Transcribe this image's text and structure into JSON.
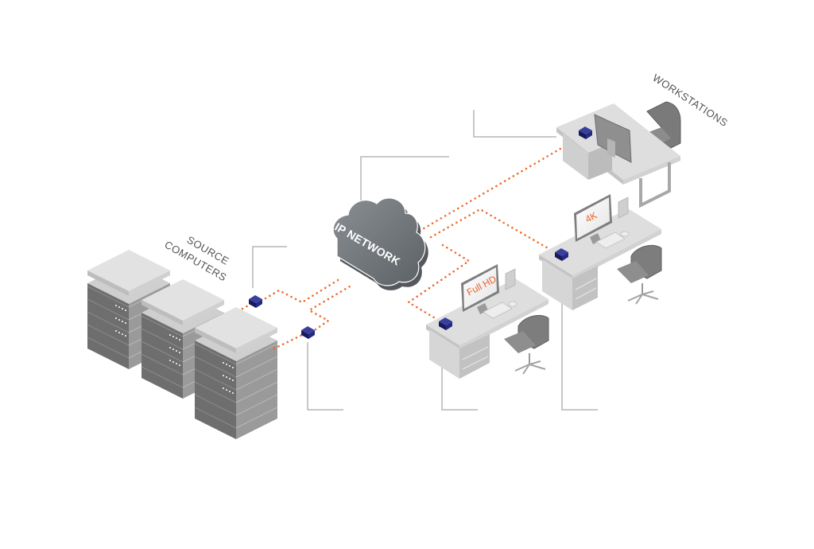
{
  "diagram": {
    "labels": {
      "source": [
        "SOURCE",
        "COMPUTERS"
      ],
      "network": "IP NETWORK",
      "workstations": "WORKSTATIONS"
    },
    "screens": {
      "full_hd": "Full HD",
      "four_k": "4K"
    },
    "colors": {
      "link": "#ee6a2b",
      "device": "#252a80",
      "cloud": "#6d7276",
      "furniture": "#d9d9d9",
      "server_dark": "#6a6a6a",
      "lead_line": "#b5b5b5",
      "screen_text": "#e8652a"
    },
    "nodes": [
      {
        "id": "server-stack-1",
        "type": "server-rack"
      },
      {
        "id": "server-stack-2",
        "type": "server-rack"
      },
      {
        "id": "server-stack-3",
        "type": "server-rack"
      },
      {
        "id": "transmitter-1",
        "type": "kvm-transmitter"
      },
      {
        "id": "transmitter-2",
        "type": "kvm-transmitter"
      },
      {
        "id": "ip-network",
        "type": "cloud"
      },
      {
        "id": "receiver-top-desk",
        "type": "kvm-receiver"
      },
      {
        "id": "receiver-4k-desk",
        "type": "kvm-receiver"
      },
      {
        "id": "receiver-fullhd-desk",
        "type": "kvm-receiver"
      }
    ],
    "edges": [
      {
        "from": "transmitter-1",
        "to": "ip-network"
      },
      {
        "from": "transmitter-2",
        "to": "ip-network"
      },
      {
        "from": "ip-network",
        "to": "receiver-top-desk"
      },
      {
        "from": "ip-network",
        "to": "receiver-4k-desk"
      },
      {
        "from": "ip-network",
        "to": "receiver-fullhd-desk"
      }
    ]
  }
}
